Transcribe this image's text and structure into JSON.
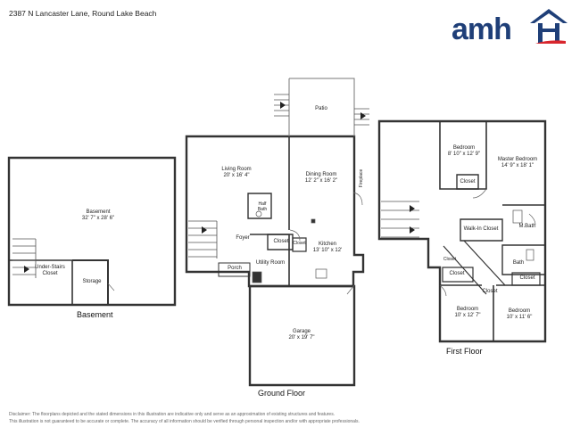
{
  "header": {
    "address": "2387 N Lancaster Lane, Round Lake Beach"
  },
  "logo": {
    "text": "amh",
    "brand_color": "#1f3f78",
    "accent_color": "#d8262d"
  },
  "floors": {
    "basement": {
      "title": "Basement"
    },
    "ground": {
      "title": "Ground Floor"
    },
    "first": {
      "title": "First Floor"
    }
  },
  "rooms": {
    "basement": {
      "name": "Basement",
      "dims": "32' 7\" x 28' 6\""
    },
    "under_stairs": {
      "name": "Under-Stairs Closet"
    },
    "storage": {
      "name": "Storage"
    },
    "patio": {
      "name": "Patio"
    },
    "living": {
      "name": "Living Room",
      "dims": "20' x 16' 4\""
    },
    "dining": {
      "name": "Dining Room",
      "dims": "12' 2\" x 16' 2\""
    },
    "half_bath": {
      "name": "Half Bath"
    },
    "fireplace": {
      "name": "Fireplace"
    },
    "foyer": {
      "name": "Foyer"
    },
    "closet_ground": {
      "name": "Closet"
    },
    "closet_small": {
      "name": "Closet"
    },
    "kitchen": {
      "name": "Kitchen",
      "dims": "13' 10\" x 12'"
    },
    "porch": {
      "name": "Porch"
    },
    "utility": {
      "name": "Utility Room"
    },
    "garage": {
      "name": "Garage",
      "dims": "20' x 19' 7\""
    },
    "bedroom1": {
      "name": "Bedroom",
      "dims": "8' 10\" x 12' 9\""
    },
    "master": {
      "name": "Master Bedroom",
      "dims": "14' 9\" x 18' 1\""
    },
    "closet_bed1": {
      "name": "Closet"
    },
    "walkin": {
      "name": "Walk-In Closet"
    },
    "mbath": {
      "name": "M.Bath"
    },
    "closet_hall": {
      "name": "Closet"
    },
    "bath": {
      "name": "Bath"
    },
    "closet_upper": {
      "name": "Closet"
    },
    "closet_bed2": {
      "name": "Closet"
    },
    "closet_bed3": {
      "name": "Closet"
    },
    "bedroom2": {
      "name": "Bedroom",
      "dims": "10' x 12' 7\""
    },
    "bedroom3": {
      "name": "Bedroom",
      "dims": "10' x 11' 6\""
    }
  },
  "disclaimer": {
    "line1": "Disclaimer: The floorplans depicted and the stated dimensions in this illustration are indicative only and serve as an approximation of existing structures and features.",
    "line2": "This illustration is not guaranteed to be accurate or complete. The accuracy of all information should be verified through personal inspection and/or with appropriate professionals."
  }
}
